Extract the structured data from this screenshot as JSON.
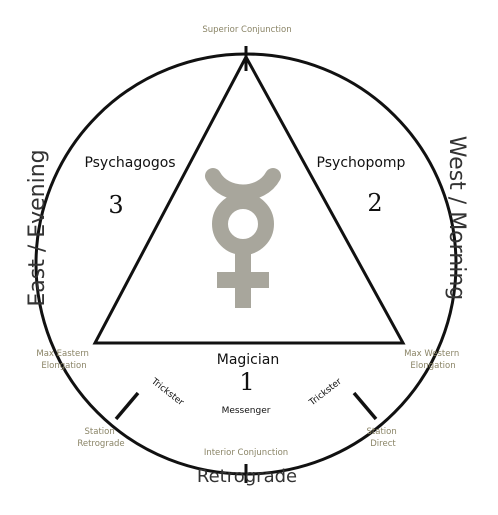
{
  "colors": {
    "line": "#111111",
    "small_label": "#8a8466",
    "symbol": "#a8a69c",
    "side_text": "#333333"
  },
  "top": {
    "label": "Superior Conjunction"
  },
  "bottom": {
    "label": "Interior Conjunction",
    "sub_label": "Retrograde"
  },
  "left_side": {
    "label": "East / Evening"
  },
  "right_side": {
    "label": "West / Morning"
  },
  "elongations": {
    "eastern": [
      "Max Eastern",
      "Elongation"
    ],
    "western": [
      "Max Western",
      "Elongation"
    ]
  },
  "stations": {
    "retrograde": [
      "Station",
      "Retrograde"
    ],
    "direct": [
      "Station",
      "Direct"
    ]
  },
  "regions": [
    {
      "name": "Magician",
      "number": "1"
    },
    {
      "name": "Psychopomp",
      "number": "2"
    },
    {
      "name": "Psychagogos",
      "number": "3"
    }
  ],
  "arc_labels": {
    "left": "Trickster",
    "center": "Messenger",
    "right": "Trickster"
  },
  "symbol": {
    "icon": "mercury-symbol-icon"
  }
}
